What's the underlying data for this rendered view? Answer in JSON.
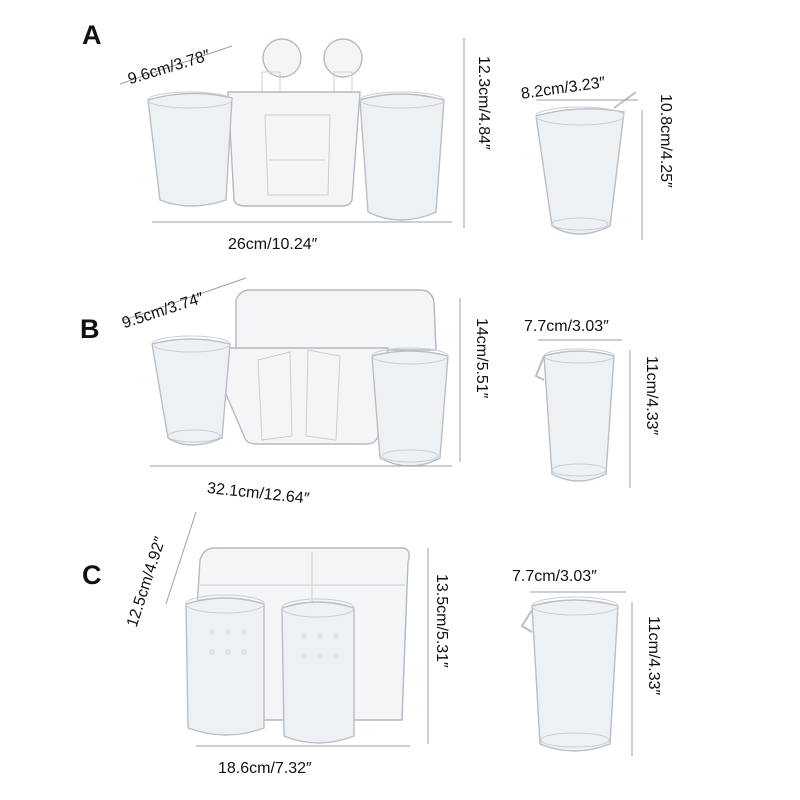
{
  "sections": [
    {
      "letter": "A",
      "holder_width_label": "26cm/10.24″",
      "holder_depth_label": "9.6cm/3.78″",
      "holder_height_label": "12.3cm/4.84″",
      "cup_width_label": "8.2cm/3.23″",
      "cup_height_label": "10.8cm/4.25″"
    },
    {
      "letter": "B",
      "holder_width_label": "32.1cm/12.64″",
      "holder_depth_label": "9.5cm/3.74″",
      "holder_height_label": "14cm/5.51″",
      "cup_width_label": "7.7cm/3.03″",
      "cup_height_label": "11cm/4.33″"
    },
    {
      "letter": "C",
      "holder_width_label": "18.6cm/7.32″",
      "holder_depth_label": "12.5cm/4.92″",
      "holder_height_label": "13.5cm/5.31″",
      "cup_width_label": "7.7cm/3.03″",
      "cup_height_label": "11cm/4.33″"
    }
  ]
}
